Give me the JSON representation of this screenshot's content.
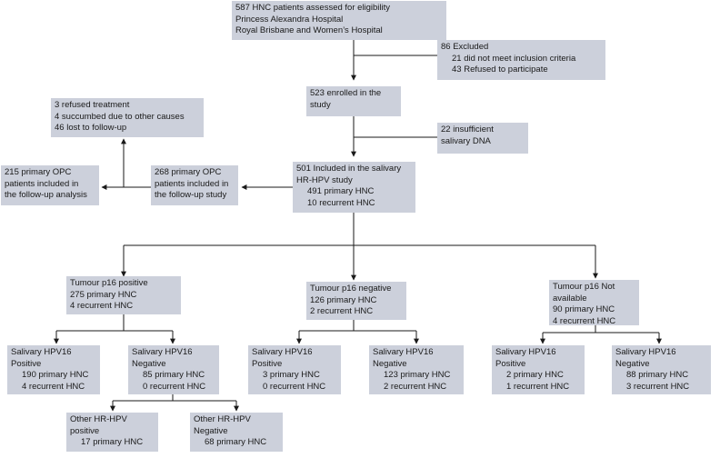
{
  "nodes": {
    "assessed": {
      "lines": [
        "587 HNC patients assessed for eligibility",
        "Princess Alexandra Hospital",
        "Royal Brisbane and Women’s Hospital"
      ]
    },
    "excluded": {
      "lines": [
        "86 Excluded",
        "21 did not meet inclusion criteria",
        "43 Refused to participate"
      ]
    },
    "enrolled": {
      "lines": [
        "523 enrolled in the",
        "study"
      ]
    },
    "insufficient_dna": {
      "lines": [
        "22 insufficient",
        "salivary DNA"
      ]
    },
    "dropouts": {
      "lines": [
        "3 refused treatment",
        "4 succumbed due to other causes",
        "46 lost to follow-up"
      ]
    },
    "salivary_study": {
      "lines": [
        "501 Included in the salivary",
        "HR-HPV study",
        "491 primary HNC",
        "10 recurrent HNC"
      ]
    },
    "followup_study": {
      "lines": [
        "268 primary OPC",
        "patients included in",
        "the follow-up study"
      ]
    },
    "followup_analysis": {
      "lines": [
        "215 primary OPC",
        "patients included in",
        "the follow-up analysis"
      ]
    },
    "p16_positive": {
      "lines": [
        "Tumour p16 positive",
        "275 primary HNC",
        "4 recurrent HNC"
      ]
    },
    "p16_negative": {
      "lines": [
        "Tumour p16 negative",
        "126 primary HNC",
        "2 recurrent HNC"
      ]
    },
    "p16_na": {
      "lines": [
        "Tumour p16 Not",
        "available",
        "90 primary HNC",
        "4 recurrent HNC"
      ]
    },
    "pos_hpv16_pos": {
      "lines": [
        "Salivary HPV16",
        "Positive",
        "190 primary HNC",
        "4 recurrent HNC"
      ]
    },
    "pos_hpv16_neg": {
      "lines": [
        "Salivary HPV16",
        "Negative",
        "85 primary HNC",
        "0 recurrent HNC"
      ]
    },
    "neg_hpv16_pos": {
      "lines": [
        "Salivary HPV16",
        "Positive",
        "3 primary HNC",
        "0 recurrent HNC"
      ]
    },
    "neg_hpv16_neg": {
      "lines": [
        "Salivary HPV16",
        "Negative",
        "123 primary HNC",
        "2 recurrent HNC"
      ]
    },
    "na_hpv16_pos": {
      "lines": [
        "Salivary HPV16",
        "Positive",
        "2 primary HNC",
        "1 recurrent HNC"
      ]
    },
    "na_hpv16_neg": {
      "lines": [
        "Salivary HPV16",
        "Negative",
        "88 primary HNC",
        "3 recurrent HNC"
      ]
    },
    "other_hr_pos": {
      "lines": [
        "Other HR-HPV",
        "positive",
        "17 primary HNC"
      ]
    },
    "other_hr_neg": {
      "lines": [
        "Other HR-HPV",
        "Negative",
        "68 primary HNC"
      ]
    }
  },
  "colors": {
    "box_fill": "#ccd0db",
    "line": "#1a1a1a",
    "text": "#1a1a1a"
  }
}
